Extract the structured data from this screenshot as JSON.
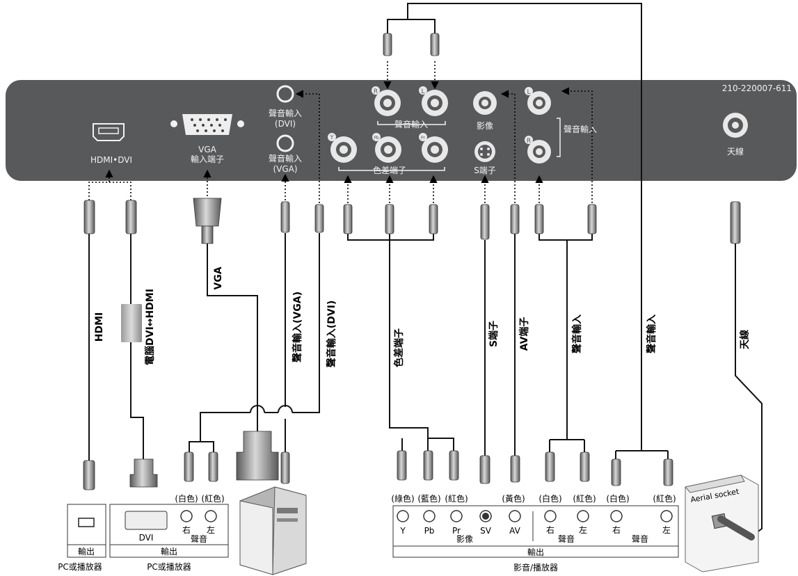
{
  "panel": {
    "part_number": "210-220007-611",
    "hdmi_dvi_label": "HDMI•DVI",
    "vga_label_1": "VGA",
    "vga_label_2": "輸入端子",
    "audio_in_dvi_1": "聲音輸入",
    "audio_in_dvi_2": "(DVI)",
    "audio_in_vga_1": "聲音輸入",
    "audio_in_vga_2": "(VGA)",
    "audio_in_top": "聲音輸入",
    "component_label": "色差端子",
    "video_label": "影像",
    "s_video_label": "S端子",
    "audio_in_right": "聲音輸入",
    "antenna_label": "天線",
    "jack_letters": {
      "r": "R",
      "l": "L",
      "y": "Y",
      "pb": "Pb",
      "pr": "Pr"
    }
  },
  "cables": {
    "hdmi": "HDMI",
    "dvi_hdmi": "電腦DVI↔HDMI",
    "vga": "VGA",
    "audio_vga": "聲音輸入(VGA)",
    "audio_dvi": "聲音輸入(DVI)",
    "component": "色差端子",
    "s_video": "S端子",
    "av": "AV端子",
    "audio_in_1": "聲音輸入",
    "audio_in_2": "聲音輸入",
    "antenna": "天線"
  },
  "devices": {
    "pc_player_1": {
      "output": "輸出",
      "caption": "PC或播放器"
    },
    "pc_player_2": {
      "dvi": "DVI",
      "output": "輸出",
      "caption": "PC或播放器",
      "white": "(白色)",
      "red": "(紅色)",
      "right": "右",
      "left": "左",
      "audio": "聲音"
    },
    "av_player": {
      "green": "(綠色)",
      "blue": "(藍色)",
      "red": "(紅色)",
      "yellow": "(黃色)",
      "white_1": "(白色)",
      "red_1": "(紅色)",
      "white_2": "(白色)",
      "red_2": "(紅色)",
      "y": "Y",
      "pb": "Pb",
      "pr": "Pr",
      "video": "影像",
      "sv": "SV",
      "av": "AV",
      "right_1": "右",
      "left_1": "左",
      "audio_1": "聲音",
      "right_2": "右",
      "left_2": "左",
      "audio_2": "聲音",
      "output": "輸出",
      "caption": "影音/播放器"
    },
    "aerial": "Aerial socket"
  },
  "colors": {
    "panel": "#58595b",
    "cable": "#111111",
    "plug": "#8e8e8e"
  }
}
